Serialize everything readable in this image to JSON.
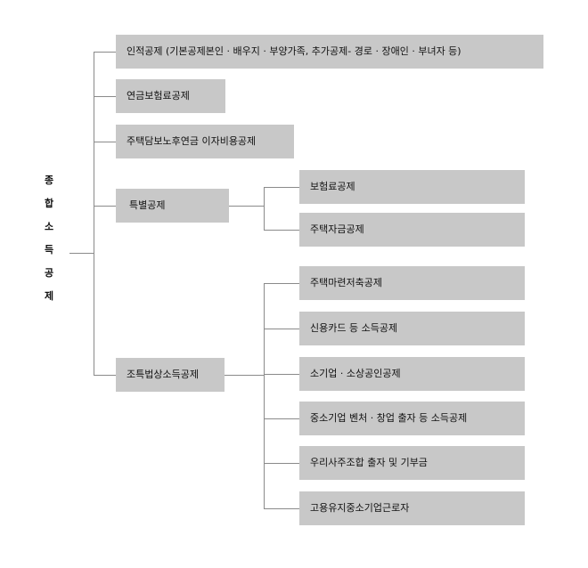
{
  "root_chars": [
    "종",
    "합",
    "소",
    "득",
    "공",
    "제"
  ],
  "nodes": {
    "personal": "인적공제 (기본공제본인 · 배우지 · 부양가족, 추가공제- 경로 ·  장애인 · 부녀자 등)",
    "pension": "연금보험료공제",
    "mortgage_interest": "주택담보노후연금 이자비용공제",
    "special": "특별공제",
    "special_children": [
      "보험료공제",
      "주택자금공제"
    ],
    "tax_special": "조특법상소득공제",
    "tax_special_children": [
      "주택마련저축공제",
      "신용카드 등 소득공제",
      "소기업 · 소상공인공제",
      "중소기업 벤처 · 창업 출자 등 소득공제",
      "우리사주조합 출자 및 기부금",
      "고용유지중소기업근로자"
    ]
  },
  "colors": {
    "box": "#c8c8c8",
    "line": "#8a8a8a",
    "text": "#111111"
  }
}
